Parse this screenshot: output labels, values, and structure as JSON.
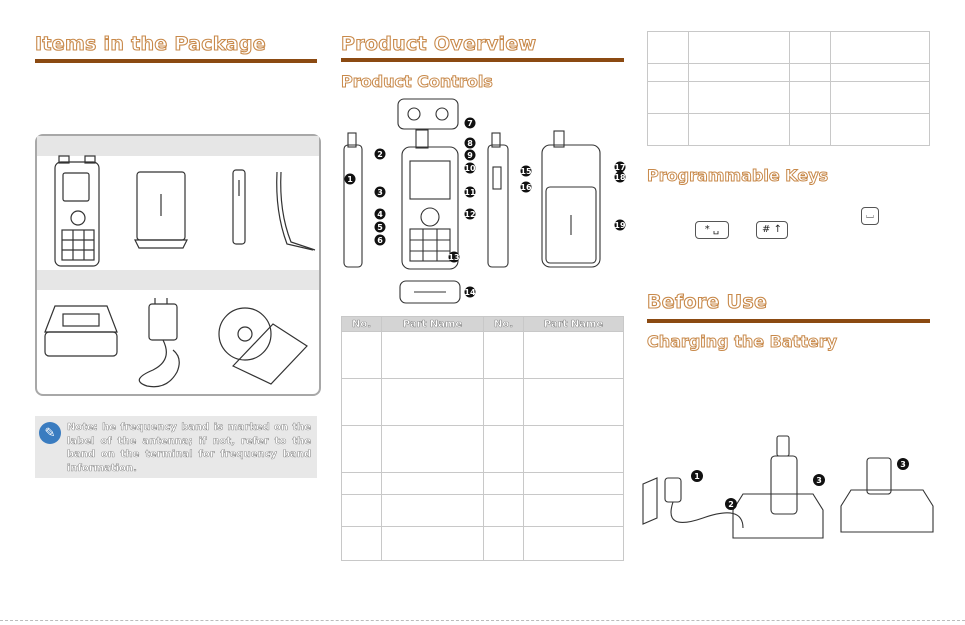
{
  "left": {
    "heading": "Items in the Package",
    "note_label": "Note:",
    "note_text": " he frequency band is marked on the label of the antenna; if not, refer to the band on the terminal for frequency band information."
  },
  "middle": {
    "heading": "Product Overview",
    "subheading": "Product Controls",
    "table_headers": [
      "No.",
      "Part Name",
      "No.",
      "Part Name"
    ]
  },
  "right": {
    "heading_keys": "Programmable Keys",
    "heading_before": "Before Use",
    "heading_charging": "Charging the Battery",
    "key_star": "* ␣",
    "key_hash": "# ↑"
  },
  "callout_numbers": [
    "1",
    "2",
    "3",
    "4",
    "5",
    "6",
    "7",
    "8",
    "9",
    "10",
    "11",
    "12",
    "13",
    "14",
    "15",
    "16",
    "17",
    "18",
    "19"
  ],
  "charging_steps": [
    "1",
    "2",
    "3",
    "3"
  ],
  "colors": {
    "heading_outline": "#c8894a",
    "rule": "#8b4a12",
    "note_icon": "#3a7cc0"
  },
  "icons": [
    "pencil-note-icon",
    "cd-disc-icon"
  ]
}
